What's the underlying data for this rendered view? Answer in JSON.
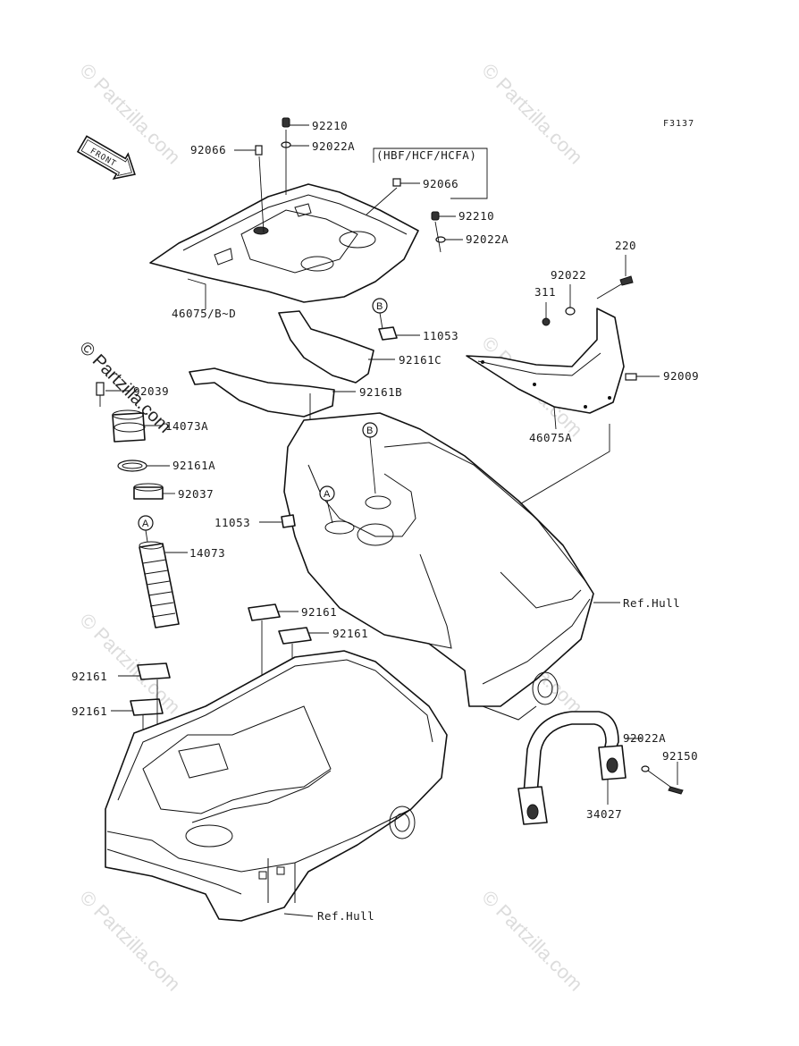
{
  "figure_code": "F3137",
  "front_label": "FRONT",
  "variant_note": "(HBF/HCF/HCFA)",
  "watermark": "© Partzilla.com",
  "callouts": {
    "a": "A",
    "b": "B"
  },
  "parts": {
    "p92210_top": "92210",
    "p92022A_top": "92022A",
    "p92066_left": "92066",
    "p92066_box": "92066",
    "p92210_mid": "92210",
    "p92022A_mid": "92022A",
    "p46075BD": "46075/B~D",
    "p11053_top": "11053",
    "p92161C": "92161C",
    "p92161B": "92161B",
    "p92039": "92039",
    "p14073A": "14073A",
    "p92161A": "92161A",
    "p92037": "92037",
    "p14073": "14073",
    "p11053_left": "11053",
    "p220": "220",
    "p92022": "92022",
    "p311": "311",
    "p92009": "92009",
    "p46075A": "46075A",
    "p92161_c1": "92161",
    "p92161_c2": "92161",
    "p92161_l1": "92161",
    "p92161_l2": "92161",
    "refhull_right": "Ref.Hull",
    "refhull_bottom": "Ref.Hull",
    "p92022A_low": "92022A",
    "p92150": "92150",
    "p34027": "34027"
  }
}
